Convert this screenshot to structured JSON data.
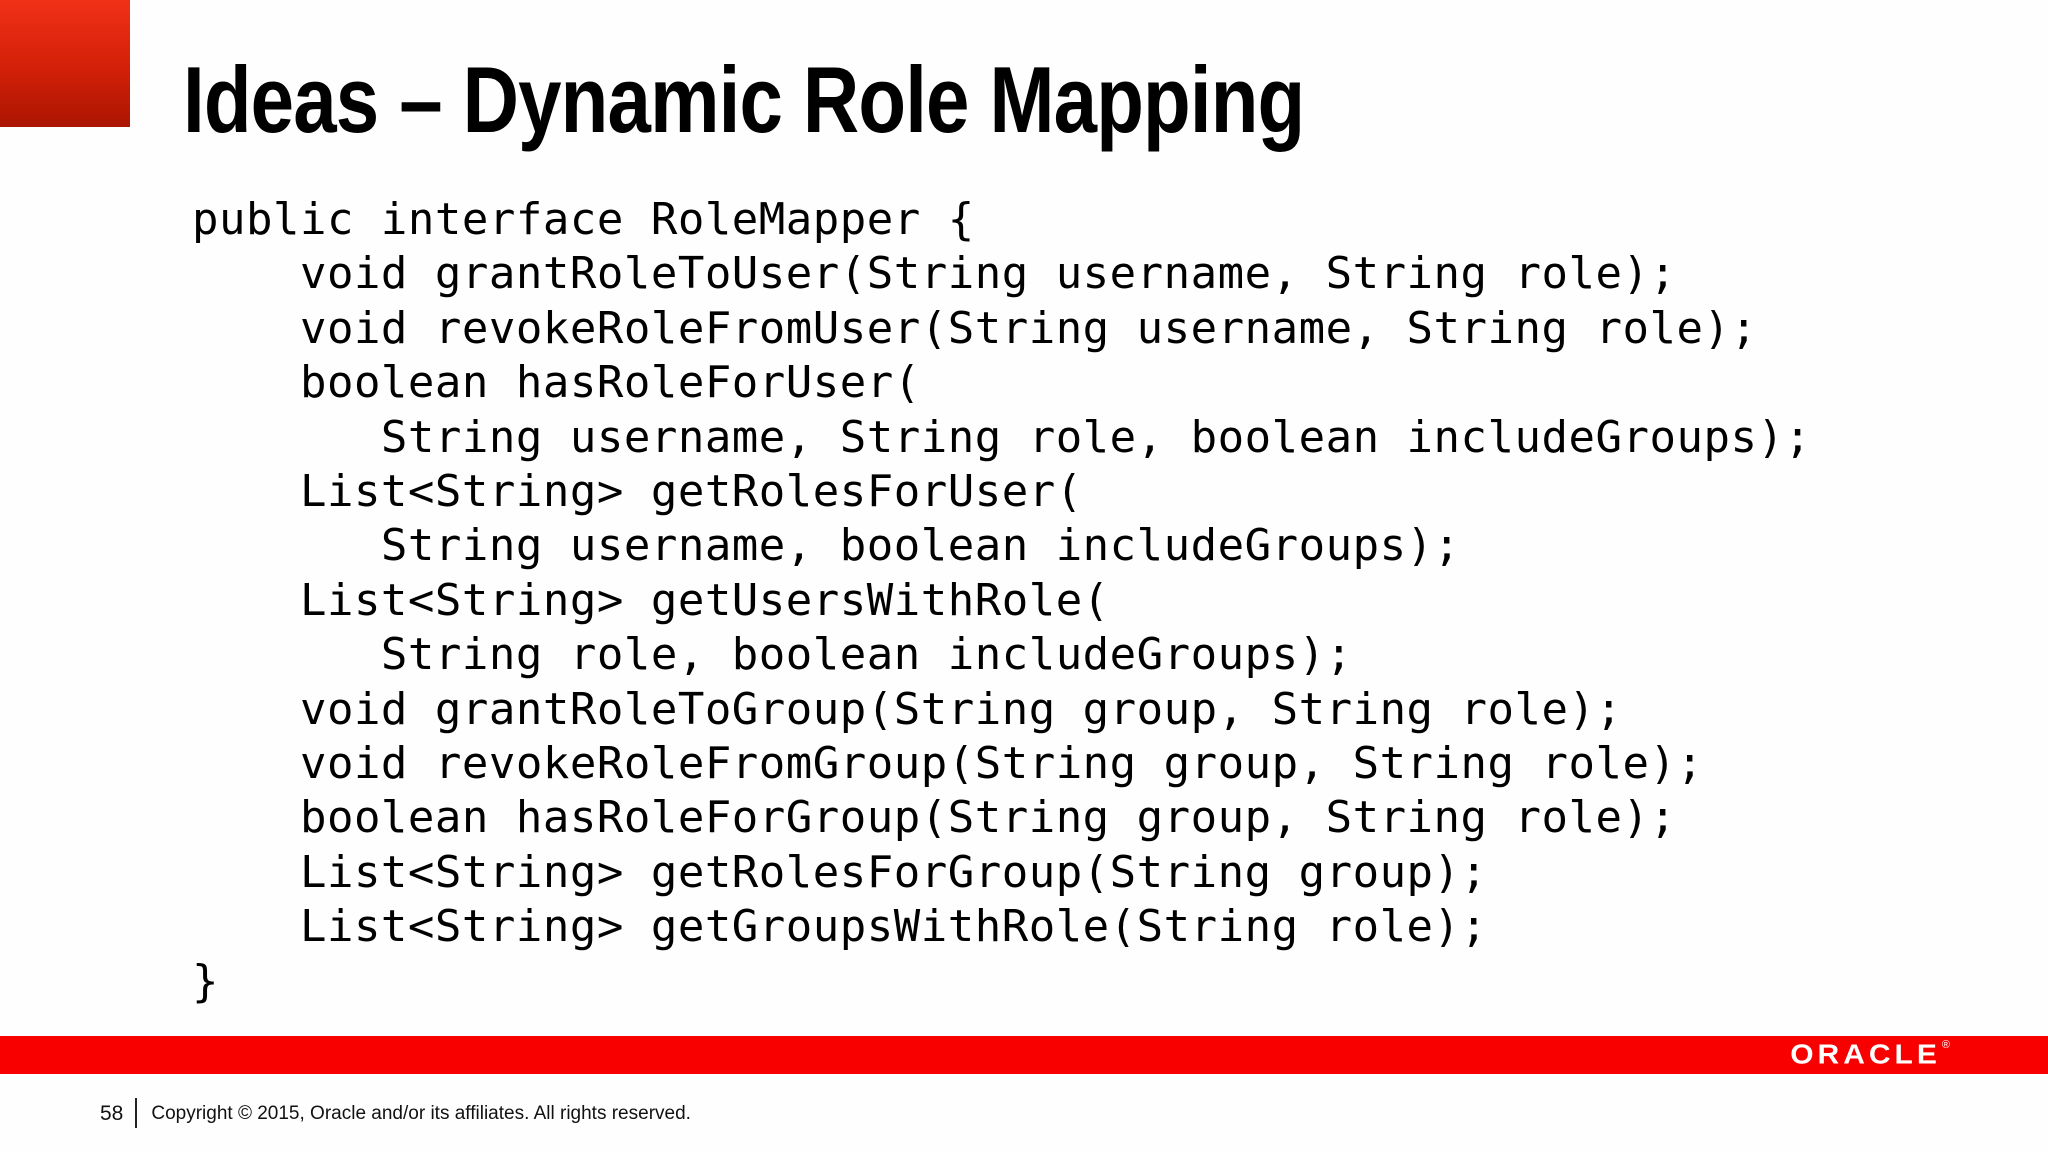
{
  "slide": {
    "title": "Ideas – Dynamic Role Mapping",
    "code": {
      "language": "java",
      "text": "public interface RoleMapper {\n    void grantRoleToUser(String username, String role);\n    void revokeRoleFromUser(String username, String role);\n    boolean hasRoleForUser(\n       String username, String role, boolean includeGroups);\n    List<String> getRolesForUser(\n       String username, boolean includeGroups);\n    List<String> getUsersWithRole(\n       String role, boolean includeGroups);\n    void grantRoleToGroup(String group, String role);\n    void revokeRoleFromGroup(String group, String role);\n    boolean hasRoleForGroup(String group, String role);\n    List<String> getRolesForGroup(String group);\n    List<String> getGroupsWithRole(String role);\n}"
    }
  },
  "footer": {
    "page_number": "58",
    "copyright": "Copyright © 2015, Oracle and/or its affiliates. All rights reserved."
  },
  "brand": {
    "logo_text": "ORACLE",
    "registered_mark": "®",
    "bar_color": "#f80000",
    "accent_gradient_top": "#f23018",
    "accent_gradient_bottom": "#ab1502",
    "logo_text_color": "#ffffff"
  }
}
